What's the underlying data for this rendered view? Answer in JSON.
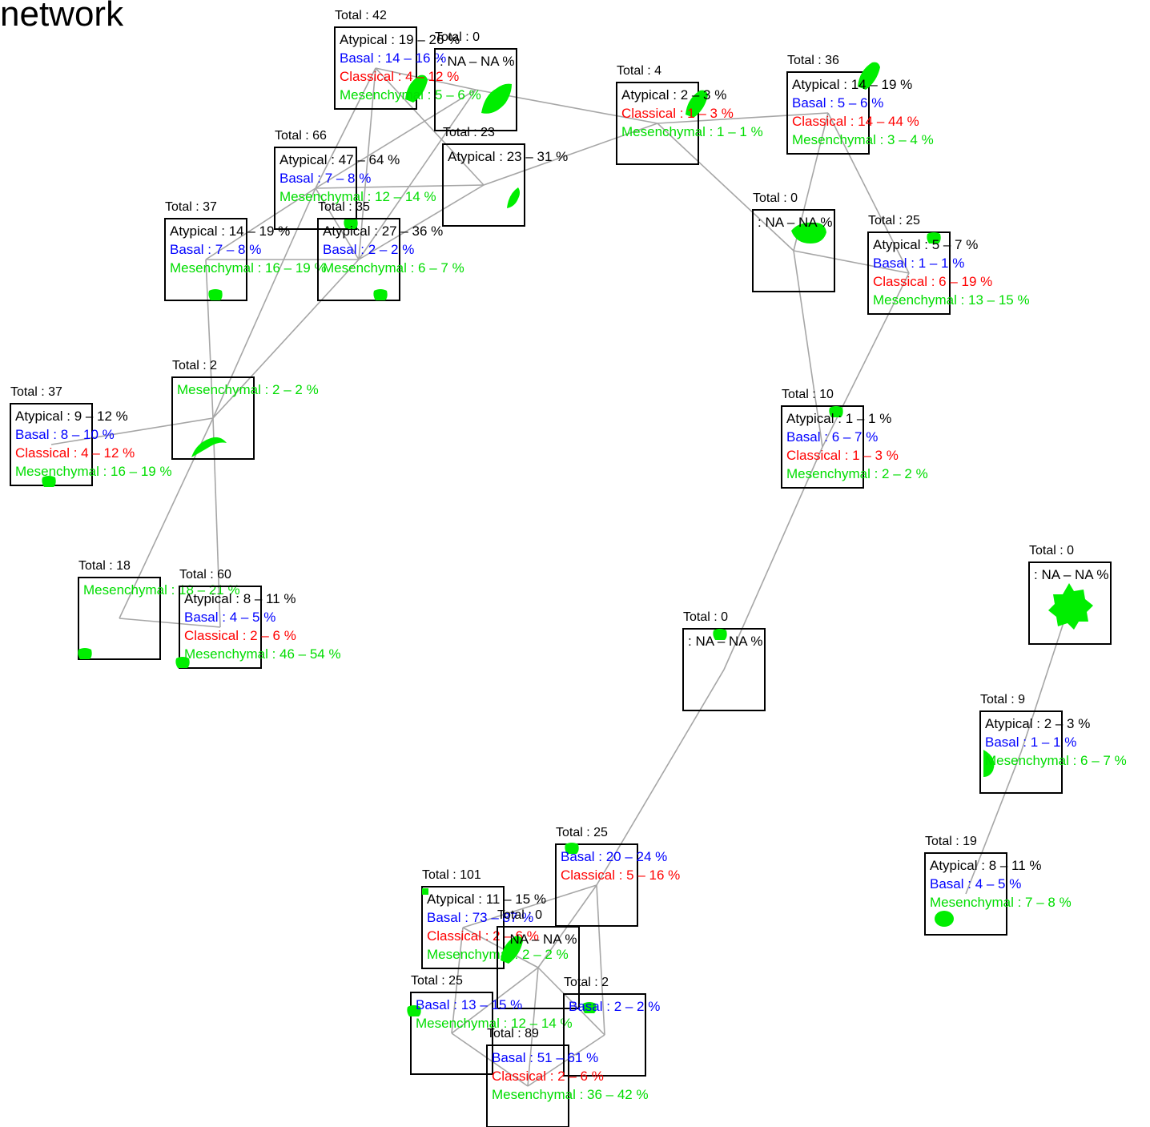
{
  "title": "network",
  "colors": {
    "Atypical": "#000000",
    "Basal": "#0000ff",
    "Classical": "#ff0000",
    "Mesenchymal": "#00dd00",
    "edge": "#a6a6a6",
    "blob": "#00ee00"
  },
  "nodes": [
    {
      "id": "n1",
      "total": "Total : 42",
      "lines": [
        {
          "cls": "Atypical",
          "text": "Atypical : 19  –  26 %"
        },
        {
          "cls": "Basal",
          "text": "Basal : 14  –  16 %"
        },
        {
          "cls": "Classical",
          "text": "Classical : 4  –  12 %"
        },
        {
          "cls": "Mesenchymal",
          "text": "Mesenchymal : 5  –  6 %"
        }
      ]
    },
    {
      "id": "n2",
      "total": "Total : 0",
      "lines": [
        {
          "cls": "Atypical",
          "text": ": NA  –  NA %"
        }
      ]
    },
    {
      "id": "n3",
      "total": "Total : 4",
      "lines": [
        {
          "cls": "Atypical",
          "text": "Atypical : 2  –  3 %"
        },
        {
          "cls": "Classical",
          "text": "Classical : 1  –  3 %"
        },
        {
          "cls": "Mesenchymal",
          "text": "Mesenchymal : 1  –  1 %"
        }
      ]
    },
    {
      "id": "n4",
      "total": "Total : 36",
      "lines": [
        {
          "cls": "Atypical",
          "text": "Atypical : 14  –  19 %"
        },
        {
          "cls": "Basal",
          "text": "Basal : 5  –  6 %"
        },
        {
          "cls": "Classical",
          "text": "Classical : 14  –  44 %"
        },
        {
          "cls": "Mesenchymal",
          "text": "Mesenchymal : 3  –  4 %"
        }
      ]
    },
    {
      "id": "n5",
      "total": "Total : 23",
      "lines": [
        {
          "cls": "Atypical",
          "text": "Atypical : 23  –  31 %"
        }
      ]
    },
    {
      "id": "n6",
      "total": "Total : 66",
      "lines": [
        {
          "cls": "Atypical",
          "text": "Atypical : 47  –  64 %"
        },
        {
          "cls": "Basal",
          "text": "Basal : 7  –  8 %"
        },
        {
          "cls": "Mesenchymal",
          "text": "Mesenchymal : 12  –  14 %"
        }
      ]
    },
    {
      "id": "n7",
      "total": "Total : 37",
      "lines": [
        {
          "cls": "Atypical",
          "text": "Atypical : 14  –  19 %"
        },
        {
          "cls": "Basal",
          "text": "Basal : 7  –  8 %"
        },
        {
          "cls": "Mesenchymal",
          "text": "Mesenchymal : 16  –  19 %"
        }
      ]
    },
    {
      "id": "n8",
      "total": "Total : 35",
      "lines": [
        {
          "cls": "Atypical",
          "text": "Atypical : 27  –  36 %"
        },
        {
          "cls": "Basal",
          "text": "Basal : 2  –  2 %"
        },
        {
          "cls": "Mesenchymal",
          "text": "Mesenchymal : 6  –  7 %"
        }
      ]
    },
    {
      "id": "n9",
      "total": "Total : 0",
      "lines": [
        {
          "cls": "Atypical",
          "text": ": NA  –  NA %"
        }
      ]
    },
    {
      "id": "n10",
      "total": "Total : 25",
      "lines": [
        {
          "cls": "Atypical",
          "text": "Atypical : 5  –  7 %"
        },
        {
          "cls": "Basal",
          "text": "Basal : 1  –  1 %"
        },
        {
          "cls": "Classical",
          "text": "Classical : 6  –  19 %"
        },
        {
          "cls": "Mesenchymal",
          "text": "Mesenchymal : 13  –  15 %"
        }
      ]
    },
    {
      "id": "n11",
      "total": "Total : 2",
      "lines": [
        {
          "cls": "Mesenchymal",
          "text": "Mesenchymal : 2  –  2 %"
        }
      ]
    },
    {
      "id": "n12",
      "total": "Total : 37",
      "lines": [
        {
          "cls": "Atypical",
          "text": "Atypical : 9  –  12 %"
        },
        {
          "cls": "Basal",
          "text": "Basal : 8  –  10 %"
        },
        {
          "cls": "Classical",
          "text": "Classical : 4  –  12 %"
        },
        {
          "cls": "Mesenchymal",
          "text": "Mesenchymal : 16  –  19 %"
        }
      ]
    },
    {
      "id": "n13",
      "total": "Total : 10",
      "lines": [
        {
          "cls": "Atypical",
          "text": "Atypical : 1  –  1 %"
        },
        {
          "cls": "Basal",
          "text": "Basal : 6  –  7 %"
        },
        {
          "cls": "Classical",
          "text": "Classical : 1  –  3 %"
        },
        {
          "cls": "Mesenchymal",
          "text": "Mesenchymal : 2  –  2 %"
        }
      ]
    },
    {
      "id": "n14",
      "total": "Total : 18",
      "lines": [
        {
          "cls": "Mesenchymal",
          "text": "Mesenchymal : 18  –  21 %"
        }
      ]
    },
    {
      "id": "n15",
      "total": "Total : 60",
      "lines": [
        {
          "cls": "Atypical",
          "text": "Atypical : 8  –  11 %"
        },
        {
          "cls": "Basal",
          "text": "Basal : 4  –  5 %"
        },
        {
          "cls": "Classical",
          "text": "Classical : 2  –  6 %"
        },
        {
          "cls": "Mesenchymal",
          "text": "Mesenchymal : 46  –  54 %"
        }
      ]
    },
    {
      "id": "n16",
      "total": "Total : 0",
      "lines": [
        {
          "cls": "Atypical",
          "text": ": NA  –  NA %"
        }
      ]
    },
    {
      "id": "n17",
      "total": "Total : 0",
      "lines": [
        {
          "cls": "Atypical",
          "text": ": NA  –  NA %"
        }
      ]
    },
    {
      "id": "n18",
      "total": "Total : 9",
      "lines": [
        {
          "cls": "Atypical",
          "text": "Atypical : 2  –  3 %"
        },
        {
          "cls": "Basal",
          "text": "Basal : 1  –  1 %"
        },
        {
          "cls": "Mesenchymal",
          "text": "Mesenchymal : 6  –  7 %"
        }
      ]
    },
    {
      "id": "n19",
      "total": "Total : 19",
      "lines": [
        {
          "cls": "Atypical",
          "text": "Atypical : 8  –  11 %"
        },
        {
          "cls": "Basal",
          "text": "Basal : 4  –  5 %"
        },
        {
          "cls": "Mesenchymal",
          "text": "Mesenchymal : 7  –  8 %"
        }
      ]
    },
    {
      "id": "n20",
      "total": "Total : 25",
      "lines": [
        {
          "cls": "Basal",
          "text": "Basal : 20  –  24 %"
        },
        {
          "cls": "Classical",
          "text": "Classical : 5  –  16 %"
        }
      ]
    },
    {
      "id": "n21",
      "total": "Total : 101",
      "lines": [
        {
          "cls": "Atypical",
          "text": "Atypical : 11  –  15 %"
        },
        {
          "cls": "Basal",
          "text": "Basal : 73  –  87 %"
        },
        {
          "cls": "Classical",
          "text": "Classical : 2  –  6 %"
        },
        {
          "cls": "Mesenchymal",
          "text": "Mesenchymal : 2  –  2 %"
        }
      ]
    },
    {
      "id": "n22",
      "total": "Total : 0",
      "lines": [
        {
          "cls": "Atypical",
          "text": ": NA  –  NA %"
        }
      ]
    },
    {
      "id": "n23",
      "total": "Total : 25",
      "lines": [
        {
          "cls": "Basal",
          "text": "Basal : 13  –  15 %"
        },
        {
          "cls": "Mesenchymal",
          "text": "Mesenchymal : 12  –  14 %"
        }
      ]
    },
    {
      "id": "n24",
      "total": "Total : 2",
      "lines": [
        {
          "cls": "Basal",
          "text": "Basal : 2  –  2 %"
        }
      ]
    },
    {
      "id": "n25",
      "total": "Total : 89",
      "lines": [
        {
          "cls": "Basal",
          "text": "Basal : 51  –  61 %"
        },
        {
          "cls": "Classical",
          "text": "Classical : 2  –  6 %"
        },
        {
          "cls": "Mesenchymal",
          "text": "Mesenchymal : 36  –  42 %"
        }
      ]
    }
  ],
  "edges": [
    [
      "n1",
      "n2"
    ],
    [
      "n1",
      "n8"
    ],
    [
      "n1",
      "n6"
    ],
    [
      "n1",
      "n5"
    ],
    [
      "n2",
      "n3"
    ],
    [
      "n2",
      "n6"
    ],
    [
      "n2",
      "n8"
    ],
    [
      "n3",
      "n4"
    ],
    [
      "n3",
      "n5"
    ],
    [
      "n3",
      "n9"
    ],
    [
      "n4",
      "n9"
    ],
    [
      "n4",
      "n10"
    ],
    [
      "n5",
      "n8"
    ],
    [
      "n6",
      "n7"
    ],
    [
      "n6",
      "n8"
    ],
    [
      "n6",
      "n5"
    ],
    [
      "n7",
      "n8"
    ],
    [
      "n7",
      "n11"
    ],
    [
      "n8",
      "n11"
    ],
    [
      "n6",
      "n11"
    ],
    [
      "n9",
      "n10"
    ],
    [
      "n9",
      "n13"
    ],
    [
      "n10",
      "n13"
    ],
    [
      "n11",
      "n12"
    ],
    [
      "n11",
      "n14"
    ],
    [
      "n11",
      "n15"
    ],
    [
      "n14",
      "n15"
    ],
    [
      "n13",
      "n16"
    ],
    [
      "n16",
      "n20"
    ],
    [
      "n17",
      "n18"
    ],
    [
      "n18",
      "n19"
    ],
    [
      "n20",
      "n21"
    ],
    [
      "n20",
      "n22"
    ],
    [
      "n20",
      "n24"
    ],
    [
      "n21",
      "n22"
    ],
    [
      "n21",
      "n23"
    ],
    [
      "n22",
      "n23"
    ],
    [
      "n22",
      "n24"
    ],
    [
      "n22",
      "n25"
    ],
    [
      "n23",
      "n25"
    ],
    [
      "n24",
      "n25"
    ]
  ]
}
